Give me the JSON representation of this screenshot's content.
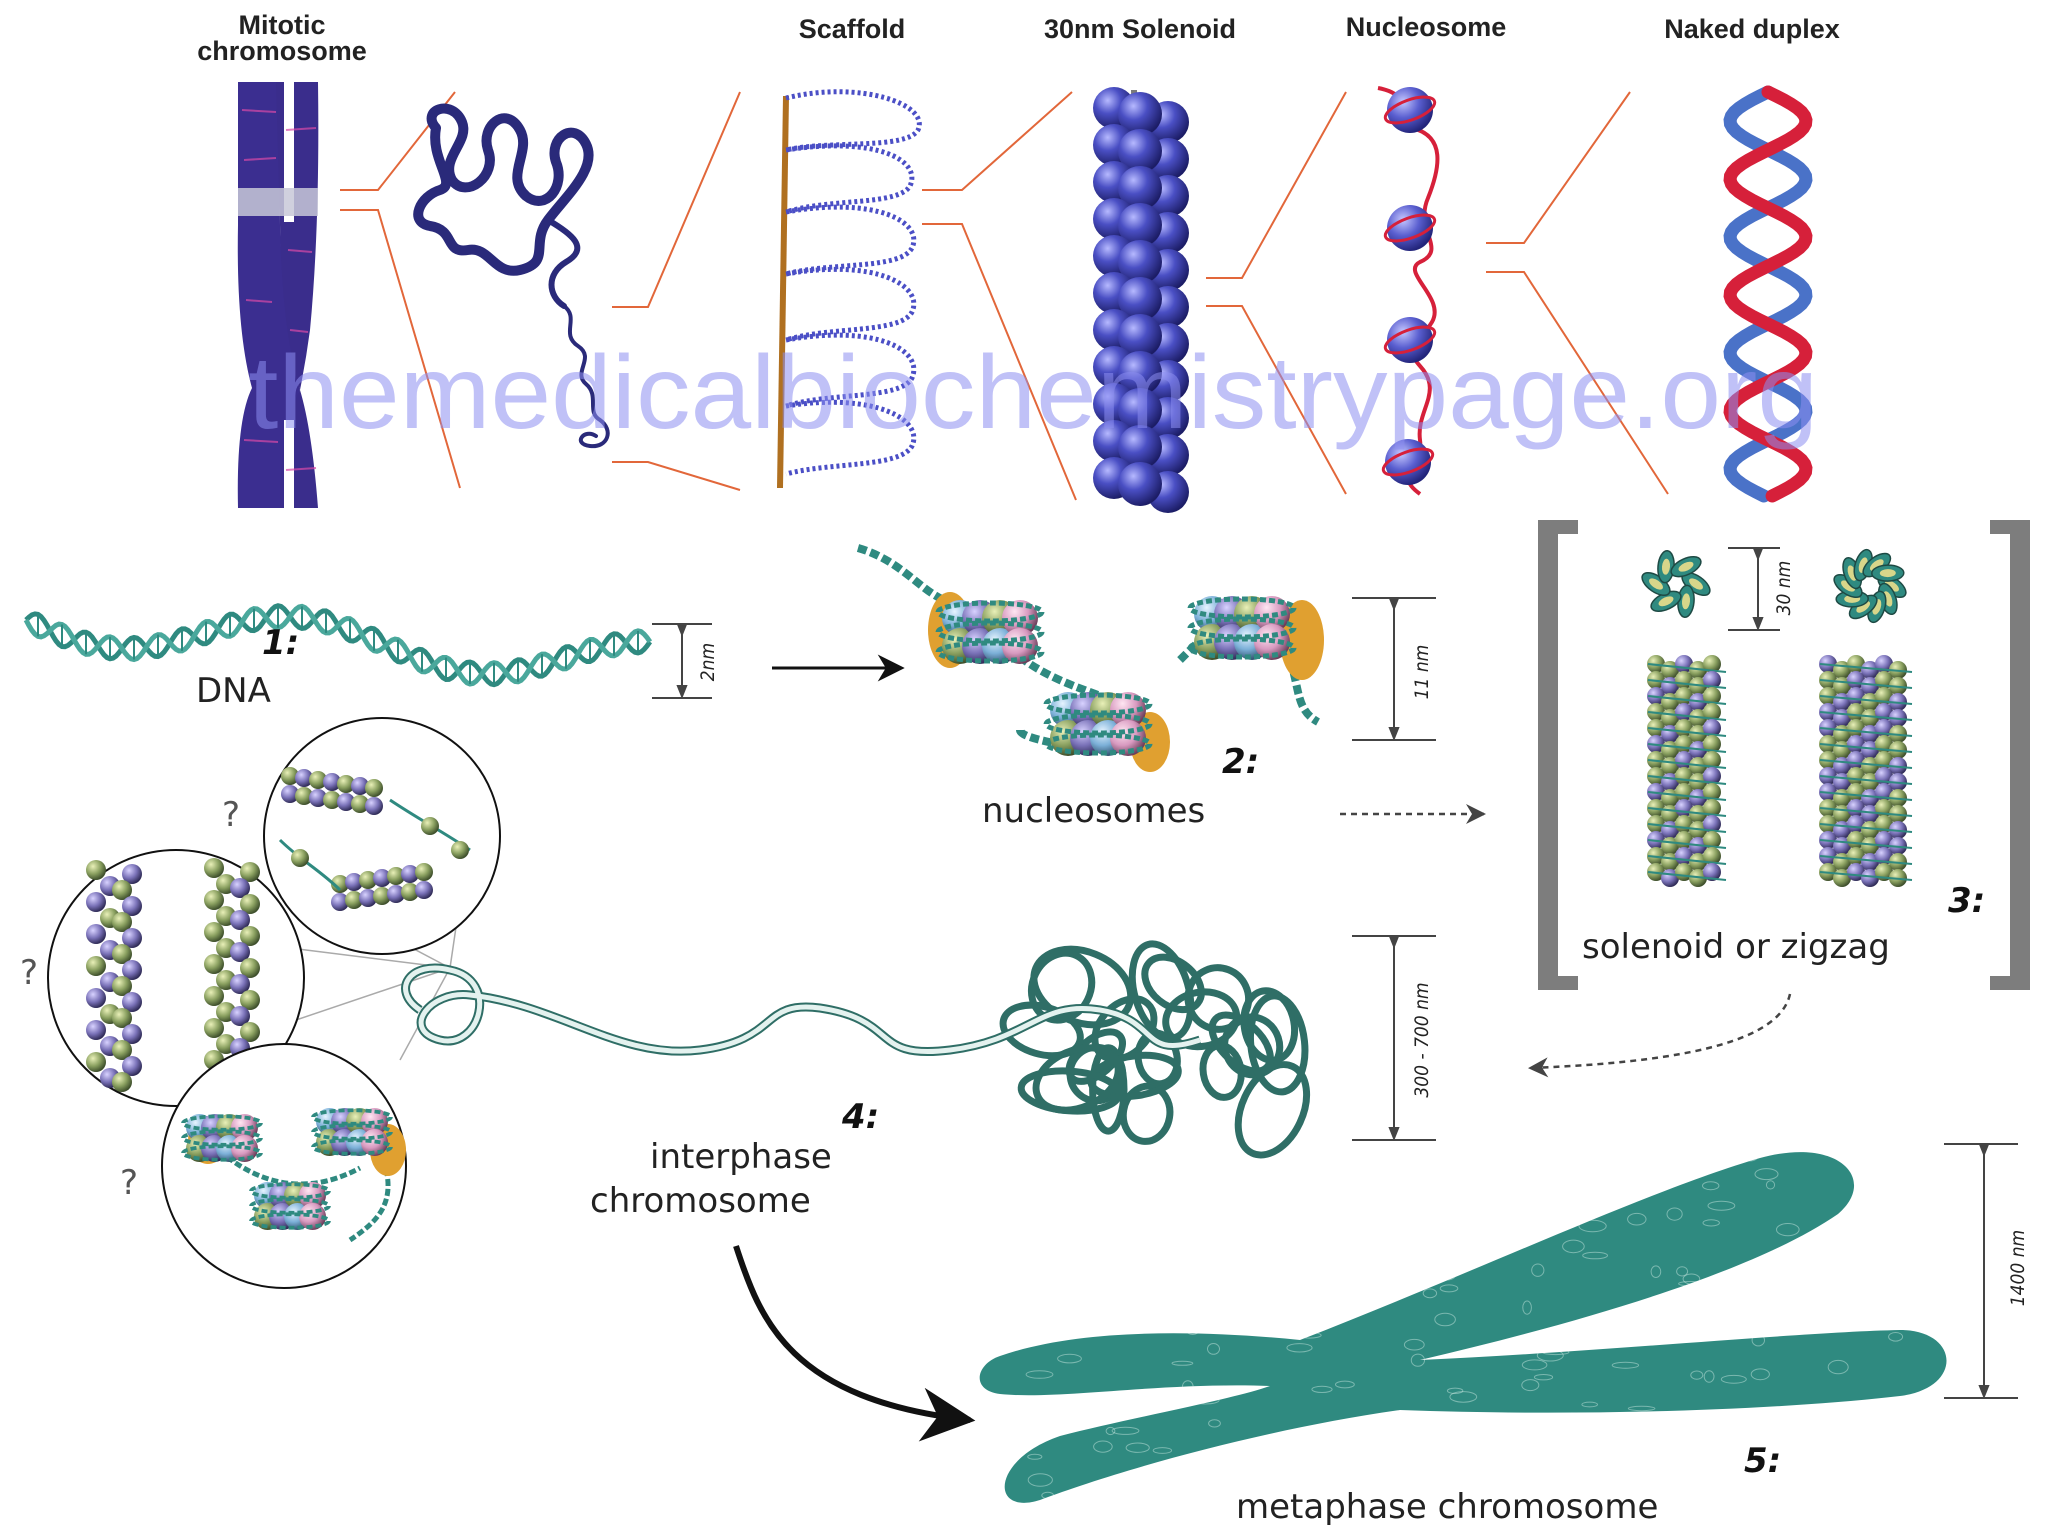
{
  "watermark": "themedicalbiochemistrypage.org",
  "top_row": {
    "headings": {
      "mitotic_line1": "Mitotic",
      "mitotic_line2": "chromosome",
      "scaffold": "Scaffold",
      "solenoid": "30nm Solenoid",
      "nucleosome": "Nucleosome",
      "naked": "Naked duplex"
    }
  },
  "stages": {
    "dna": {
      "number": "1:",
      "label": "DNA",
      "dimension": "2nm"
    },
    "nucleosomes": {
      "number": "2:",
      "label": "nucleosomes",
      "dimension": "11 nm"
    },
    "solenoid": {
      "number": "3:",
      "label": "solenoid or zigzag",
      "dimension": "30 nm"
    },
    "interphase": {
      "number": "4:",
      "label_line1": "interphase",
      "label_line2": "chromosome",
      "dimension": "300 - 700 nm"
    },
    "metaphase": {
      "number": "5:",
      "label": "metaphase chromosome",
      "dimension": "1400 nm"
    }
  },
  "insets": {
    "question_mark": "?"
  },
  "colors": {
    "orange_line": "#e2673a",
    "navy": "#2a2a7a",
    "sphere_blue": "#3f44b8",
    "dna_red": "#d6203a",
    "dna_blue": "#4a72c8",
    "teal": "#2f8a80",
    "gray_bracket": "#7d7d7d"
  }
}
